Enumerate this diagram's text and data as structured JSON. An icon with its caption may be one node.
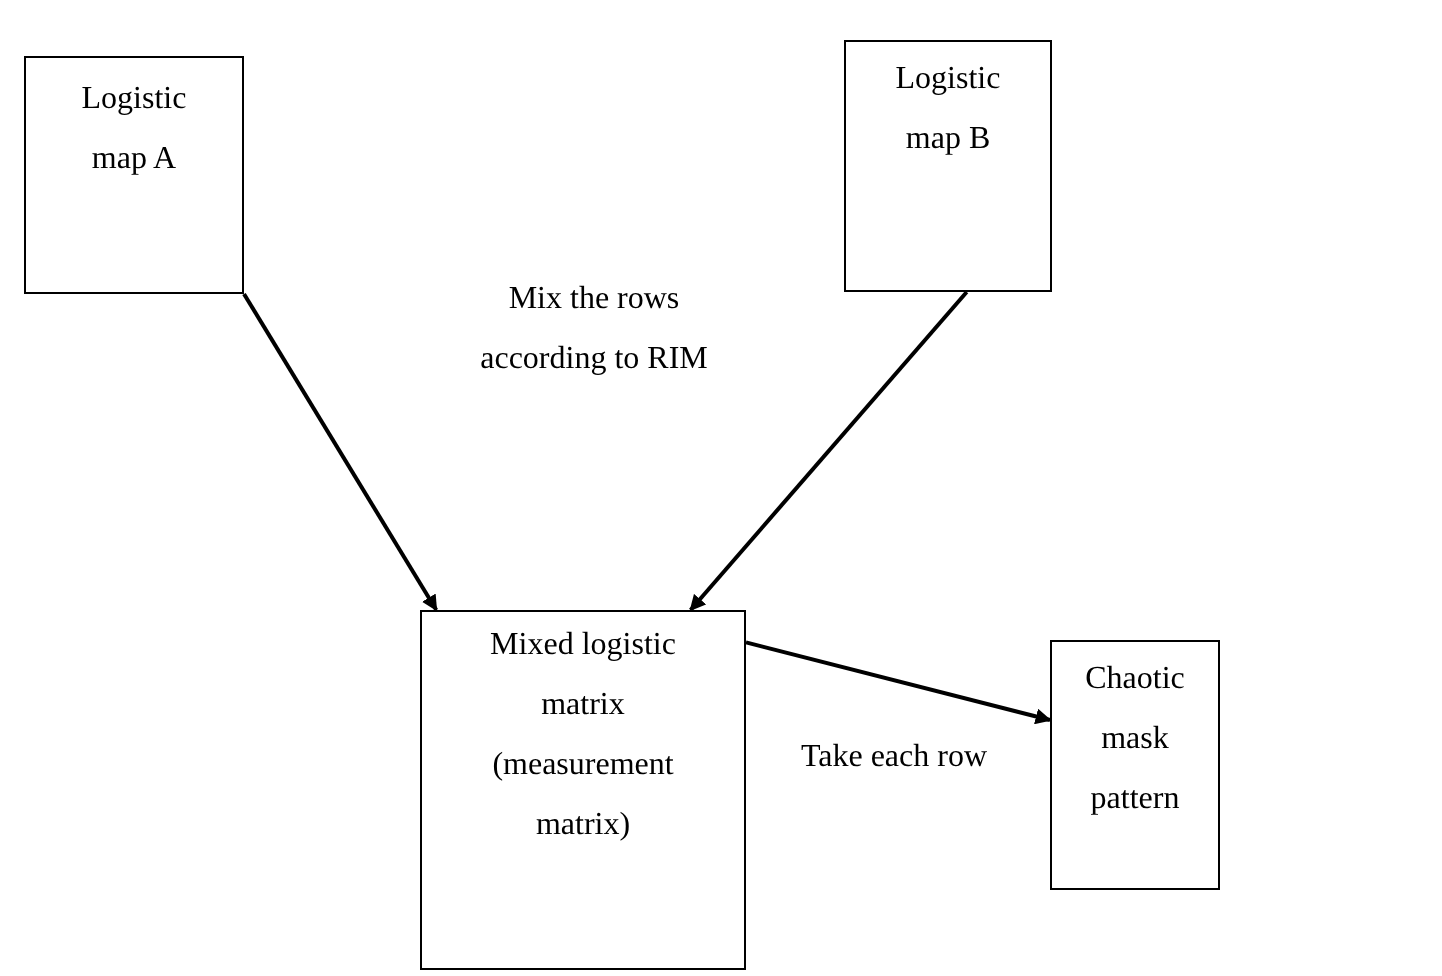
{
  "diagram": {
    "nodes": [
      {
        "text": [
          "Logistic map A"
        ]
      },
      {
        "text": [
          "Logistic map B"
        ]
      },
      {
        "text": [
          "Mixed logistic matrix (measurement matrix)"
        ]
      },
      {
        "text": [
          "Chaotic mask pattern"
        ]
      }
    ],
    "edges": [
      {
        "from": 0,
        "to": 2,
        "arrow": "to"
      },
      {
        "from": 1,
        "to": 2,
        "arrow": "to"
      },
      {
        "from": 2,
        "to": 3,
        "arrow": "to",
        "label": "Take each row"
      }
    ],
    "labels": [
      "Mix the rows according to RIM"
    ]
  }
}
